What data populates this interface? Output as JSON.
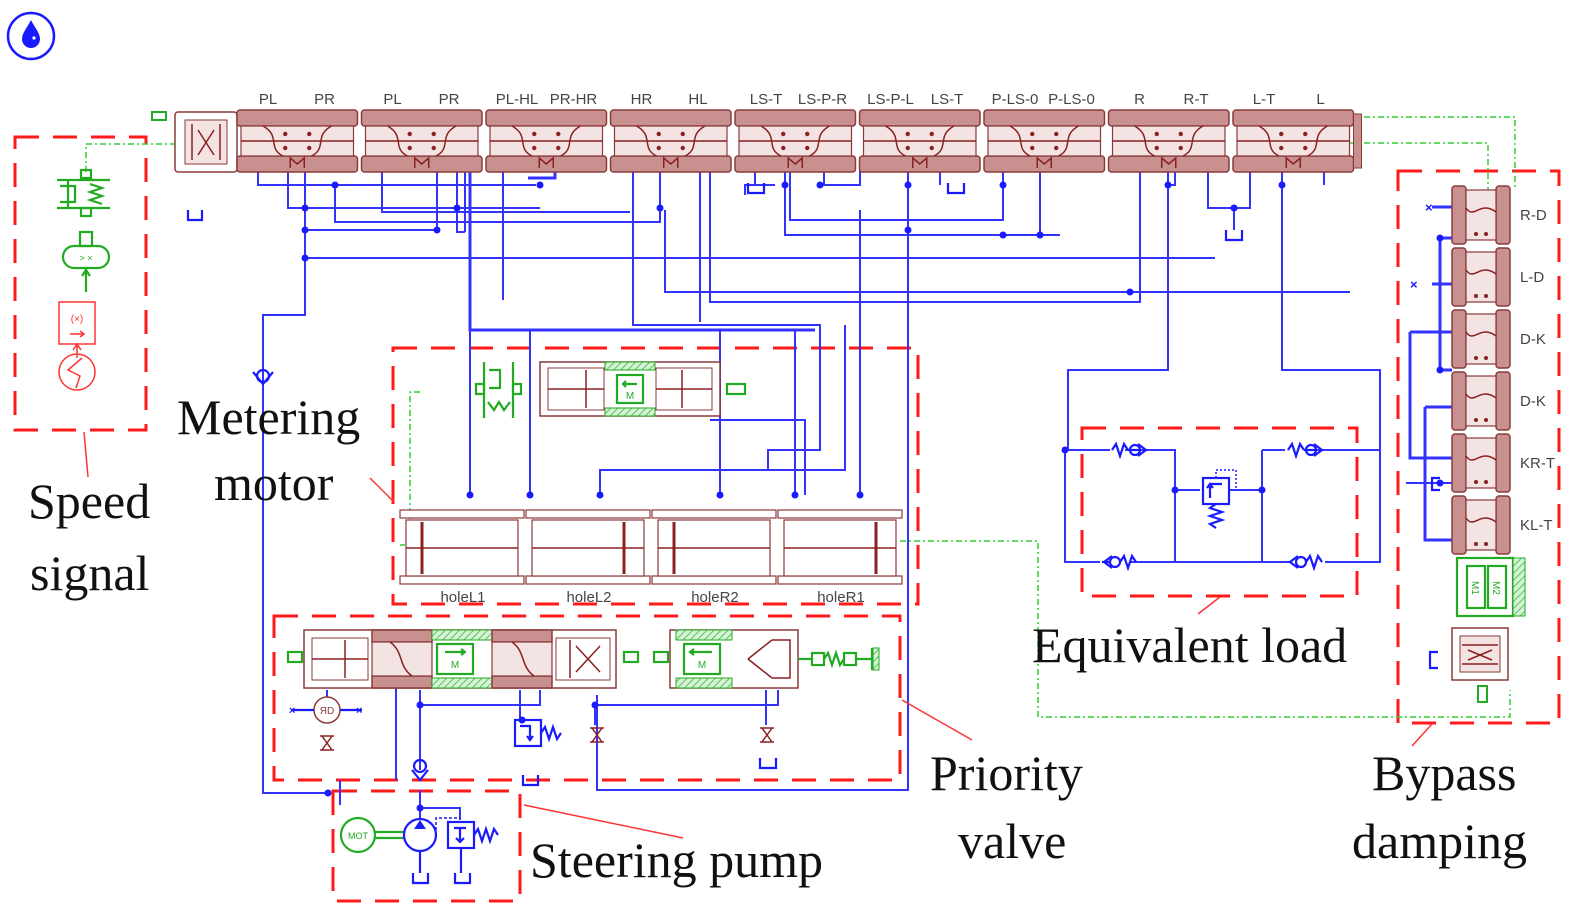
{
  "diagram": {
    "title": "Hydraulic steering system simulation model",
    "app_icon": "hydraulic-droplet-icon",
    "colors": {
      "hydraulic_line": "#3333ff",
      "signal_line": "#33cc33",
      "group_box": "#ff1a1a",
      "valve_body": "#c99090",
      "mechanical": "#22aa22",
      "control_signal": "#ff3333"
    },
    "rotary_valve_ports": [
      "PL",
      "PR",
      "PL",
      "PR",
      "PL-HL",
      "PR-HR",
      "HR",
      "HL",
      "LS-T",
      "LS-P-R",
      "LS-P-L",
      "LS-T",
      "P-LS-0",
      "P-LS-0",
      "R",
      "R-T",
      "L-T",
      "L"
    ],
    "bypass_ports": [
      "R-D",
      "L-D",
      "D-K",
      "D-K",
      "KR-T",
      "KL-T"
    ],
    "metering_holes": [
      "holeL1",
      "holeL2",
      "holeR2",
      "holeR1"
    ],
    "component_labels": {
      "mass_left": "M",
      "mass_priority_1": "M",
      "mass_priority_2": "M",
      "bypass_mass_1": "M1",
      "bypass_mass_2": "M2",
      "motor": "MOT"
    },
    "groups": [
      {
        "id": "speed-signal",
        "label_line1": "Speed",
        "label_line2": "signal"
      },
      {
        "id": "metering-motor",
        "label_line1": "Metering",
        "label_line2": "motor"
      },
      {
        "id": "priority-valve",
        "label_line1": "Priority",
        "label_line2": "valve"
      },
      {
        "id": "steering-pump",
        "label_line1": "Steering pump",
        "label_line2": ""
      },
      {
        "id": "equivalent-load",
        "label_line1": "Equivalent load",
        "label_line2": ""
      },
      {
        "id": "bypass-damping",
        "label_line1": "Bypass",
        "label_line2": "damping"
      }
    ]
  }
}
